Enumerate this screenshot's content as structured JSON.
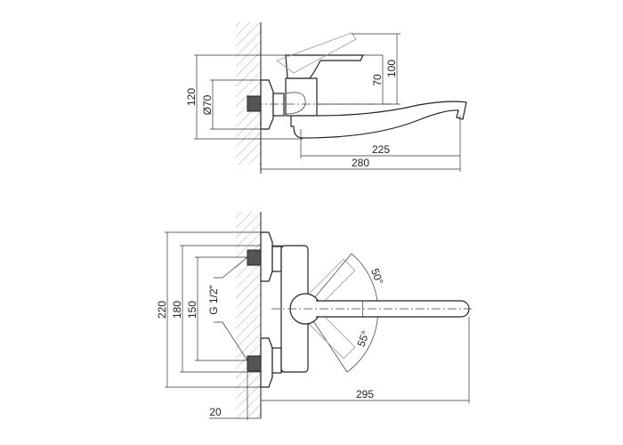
{
  "side_view": {
    "dimensions": {
      "overall_height": "120",
      "flange_diameter": "Ø70",
      "handle_height": "70",
      "raised_handle_height": "100",
      "spout_reach": "225",
      "total_reach": "280"
    }
  },
  "front_view": {
    "dimensions": {
      "overall_height": "220",
      "body_height": "180",
      "inlet_spacing": "150",
      "thread": "G 1/2\"",
      "angle_up": "50°",
      "angle_down": "55°",
      "total_reach": "295",
      "wall_offset": "20"
    }
  }
}
